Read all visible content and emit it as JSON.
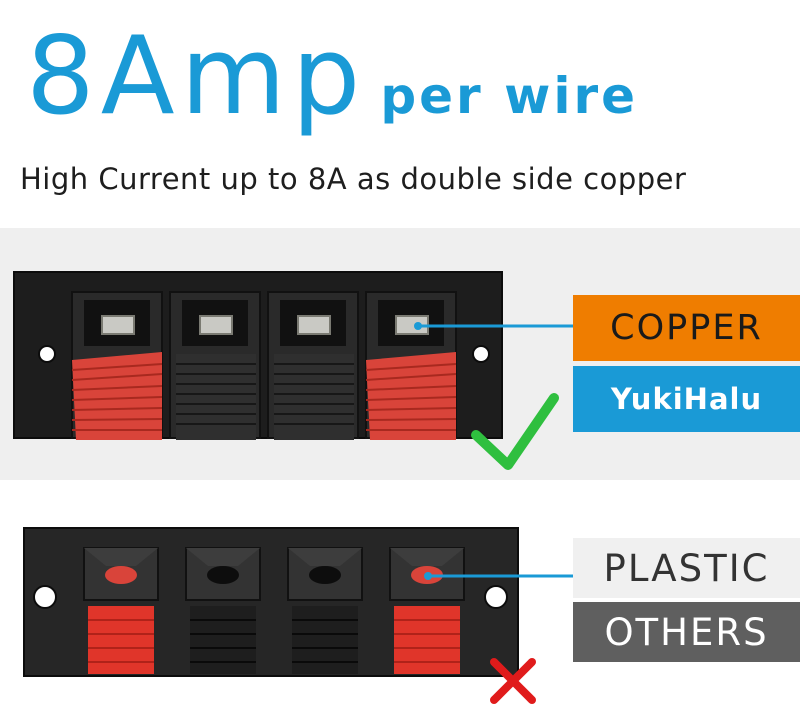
{
  "headline": {
    "big": "8Amp",
    "small": "per wire"
  },
  "subheadline": "High Current up to 8A as double side copper",
  "labels": {
    "copper": "COPPER",
    "brand": "YukiHalu",
    "plastic": "PLASTIC",
    "others": "OTHERS"
  },
  "icons": {
    "good": "check-mark-icon",
    "bad": "cross-mark-icon"
  },
  "colors": {
    "accent_blue": "#1a9ad6",
    "orange": "#ef7d00",
    "grey_band": "#efefef",
    "check_green": "#2fbf3f",
    "cross_red": "#e01b1b",
    "terminal_red": "#e8392f"
  }
}
